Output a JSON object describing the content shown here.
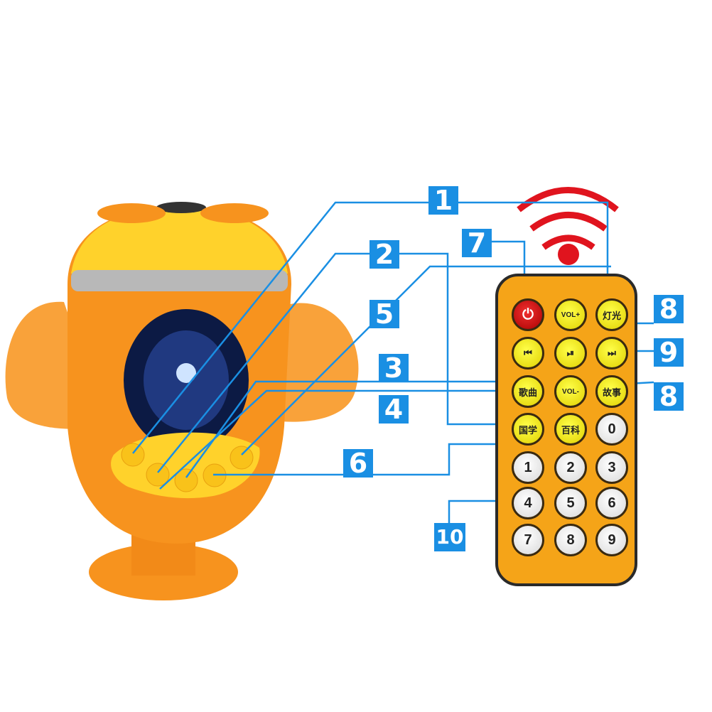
{
  "callouts": [
    "1",
    "2",
    "5",
    "3",
    "4",
    "6",
    "7",
    "8",
    "9",
    "8",
    "10"
  ],
  "remote": {
    "power_icon": "power-icon",
    "vol_up": "VOL+",
    "light": "灯光",
    "prev_icon": "⏮",
    "play_pause_icon": "⏯",
    "next_icon": "⏭",
    "songs": "歌曲",
    "vol_down": "VOL-",
    "stories": "故事",
    "classics": "国学",
    "encyclopedia": "百科",
    "digits": [
      "0",
      "1",
      "2",
      "3",
      "4",
      "5",
      "6",
      "7",
      "8",
      "9"
    ]
  },
  "colors": {
    "callout": "#1a8fe3",
    "toy": "#f7931e",
    "remote": "#f5a418",
    "signal": "#e0141e"
  }
}
